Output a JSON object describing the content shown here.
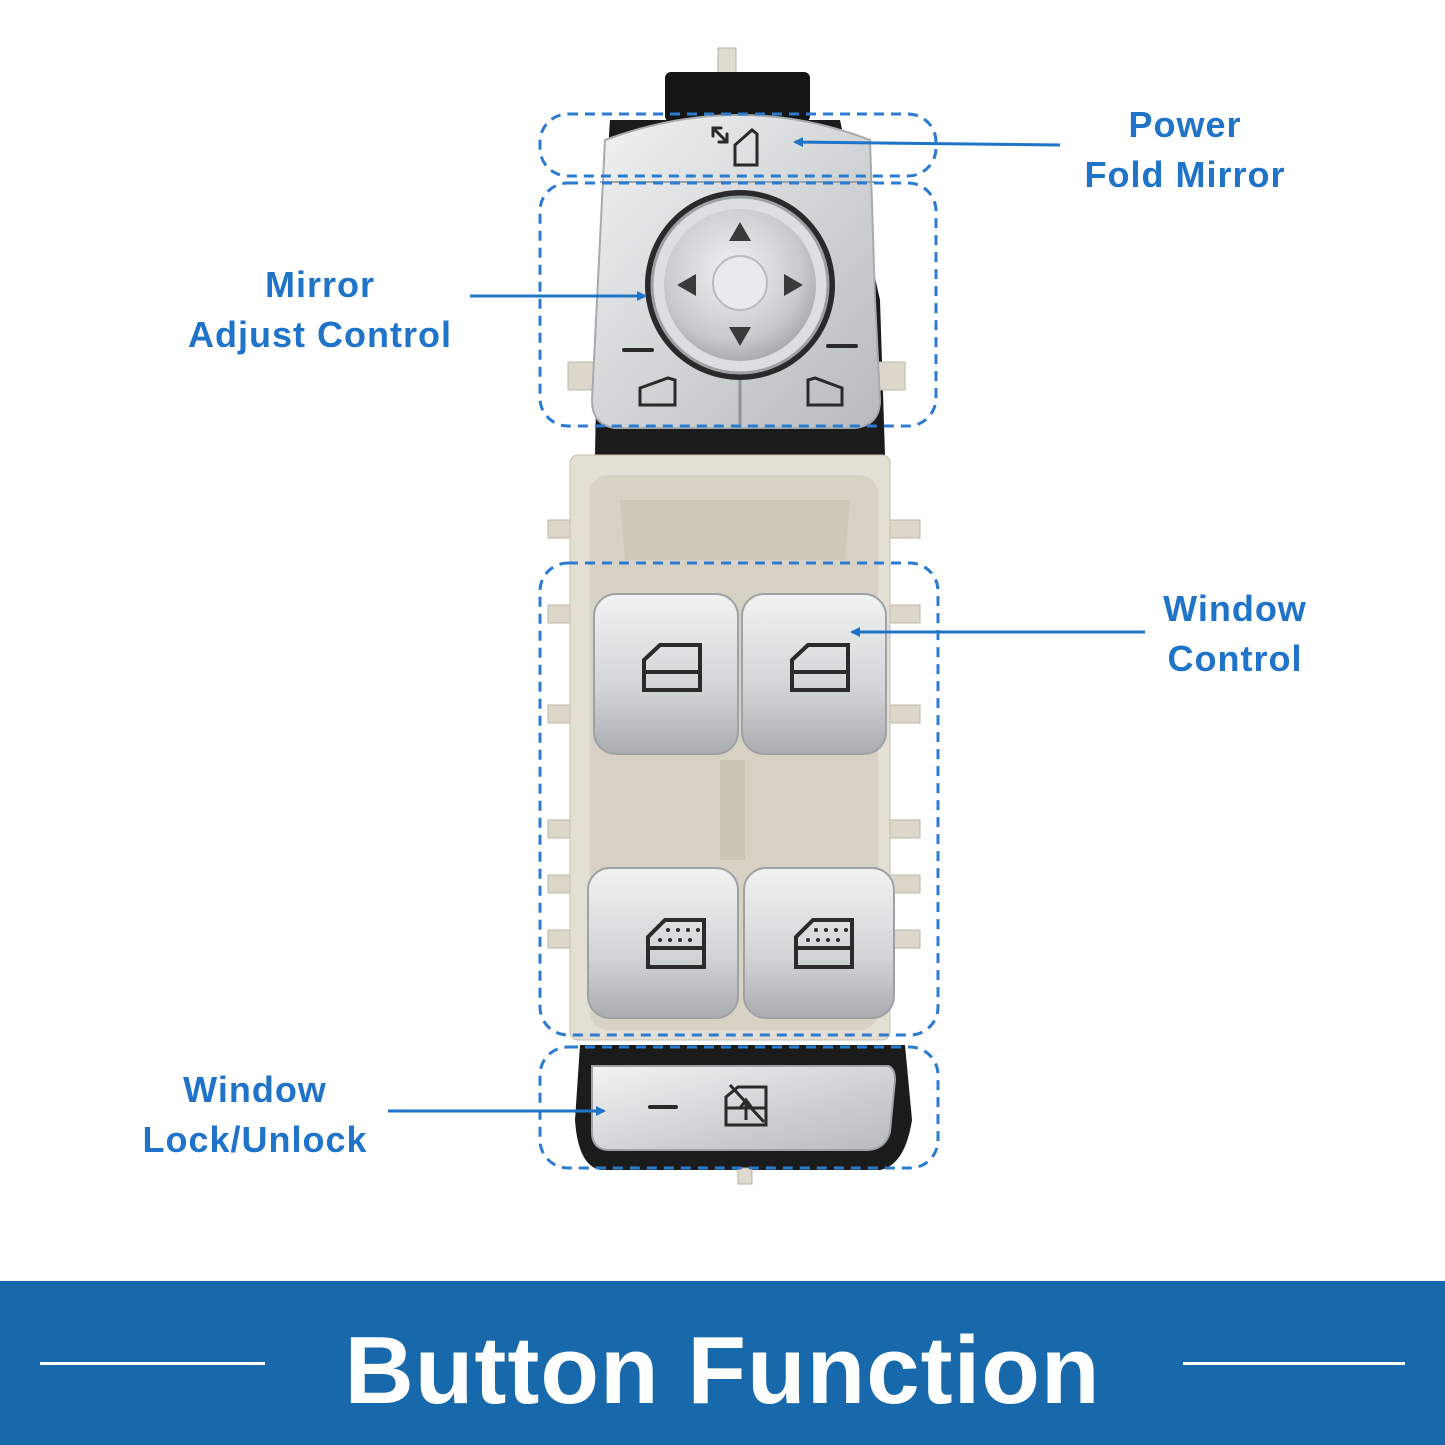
{
  "callouts": {
    "power_fold_mirror": {
      "line1": "Power",
      "line2": "Fold Mirror"
    },
    "mirror_adjust": {
      "line1": "Mirror",
      "line2": "Adjust Control"
    },
    "window_control": {
      "line1": "Window",
      "line2": "Control"
    },
    "window_lock": {
      "line1": "Window",
      "line2": "Lock/Unlock"
    }
  },
  "banner": {
    "title": "Button Function"
  },
  "colors": {
    "accent_blue": "#1f73c9",
    "banner_blue": "#1769ab",
    "chrome": "#d8dadb",
    "housing_beige": "#e2ddd1",
    "body_black": "#1b1b1b"
  },
  "icons": [
    "fold-mirror-icon",
    "arrow-up-icon",
    "arrow-down-icon",
    "arrow-left-icon",
    "arrow-right-icon",
    "left-mirror-icon",
    "right-mirror-icon",
    "front-window-icon",
    "rear-window-icon",
    "child-lock-icon"
  ]
}
